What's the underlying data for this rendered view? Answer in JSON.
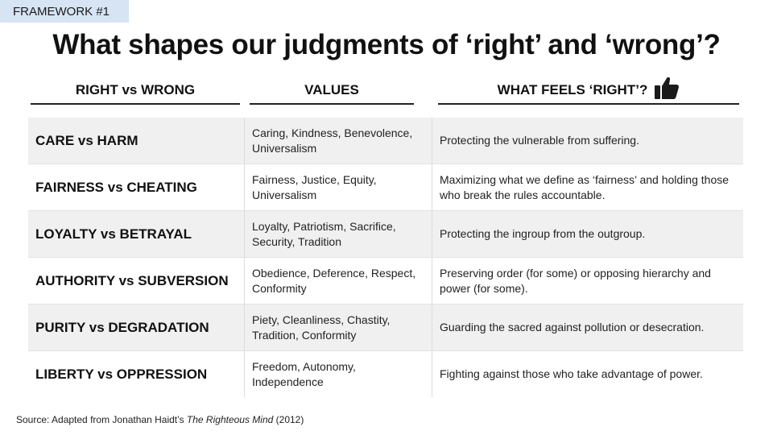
{
  "tag": "FRAMEWORK #1",
  "title": "What shapes our judgments of ‘right’ and ‘wrong’?",
  "headers": {
    "col1": "RIGHT vs WRONG",
    "col2": "VALUES",
    "col3": "WHAT FEELS ‘RIGHT’?",
    "col3_icon": "thumbs-up-icon"
  },
  "rows": [
    {
      "foundation": "CARE vs HARM",
      "values": "Caring, Kindness, Benevolence, Universalism",
      "feels_right": "Protecting the vulnerable from suffering."
    },
    {
      "foundation": "FAIRNESS vs CHEATING",
      "values": "Fairness, Justice, Equity, Universalism",
      "feels_right": "Maximizing what we define as ‘fairness’ and holding those who break the rules accountable."
    },
    {
      "foundation": "LOYALTY vs BETRAYAL",
      "values": "Loyalty, Patriotism, Sacrifice, Security, Tradition",
      "feels_right": "Protecting the ingroup from the outgroup."
    },
    {
      "foundation": "AUTHORITY vs SUBVERSION",
      "values": "Obedience, Deference, Respect, Conformity",
      "feels_right": "Preserving order (for some) or opposing hierarchy and power (for some)."
    },
    {
      "foundation": "PURITY vs DEGRADATION",
      "values": "Piety, Cleanliness, Chastity, Tradition, Conformity",
      "feels_right": "Guarding the sacred against pollution or desecration."
    },
    {
      "foundation": "LIBERTY vs OPPRESSION",
      "values": "Freedom, Autonomy, Independence",
      "feels_right": "Fighting against those who take advantage of power."
    }
  ],
  "source": {
    "prefix": "Source: Adapted from Jonathan Haidt’s ",
    "book": "The Righteous Mind",
    "suffix": " (2012)"
  },
  "colors": {
    "tag_bg": "#d6e4f3",
    "row_shade": "#f0f0f0"
  }
}
